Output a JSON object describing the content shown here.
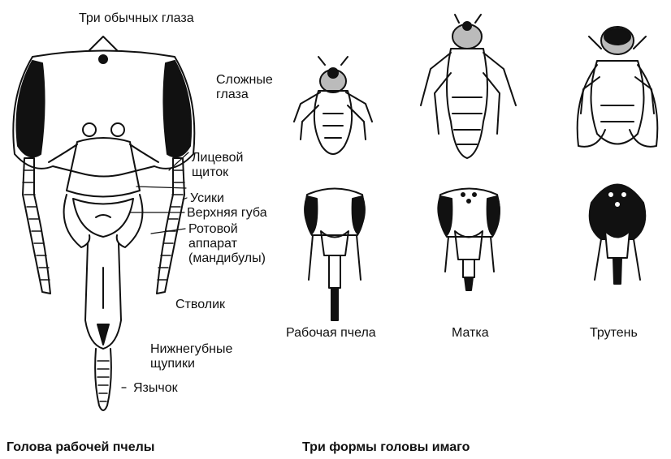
{
  "left_figure": {
    "caption": "Голова рабочей пчелы",
    "labels": {
      "simple_eyes": "Три обычных глаза",
      "compound_eyes": "Сложные глаза",
      "clypeus": "Лицевой щиток",
      "antennae": "Усики",
      "labrum": "Верхняя губа",
      "mouthparts": "Ротовой аппарат (мандибулы)",
      "proboscis": "Стволик",
      "labial_palps": "Нижнегубные щупики",
      "tongue": "Язычок"
    }
  },
  "right_figure": {
    "caption": "Три формы головы имаго",
    "castes": [
      "Рабочая пчела",
      "Матка",
      "Трутень"
    ]
  }
}
